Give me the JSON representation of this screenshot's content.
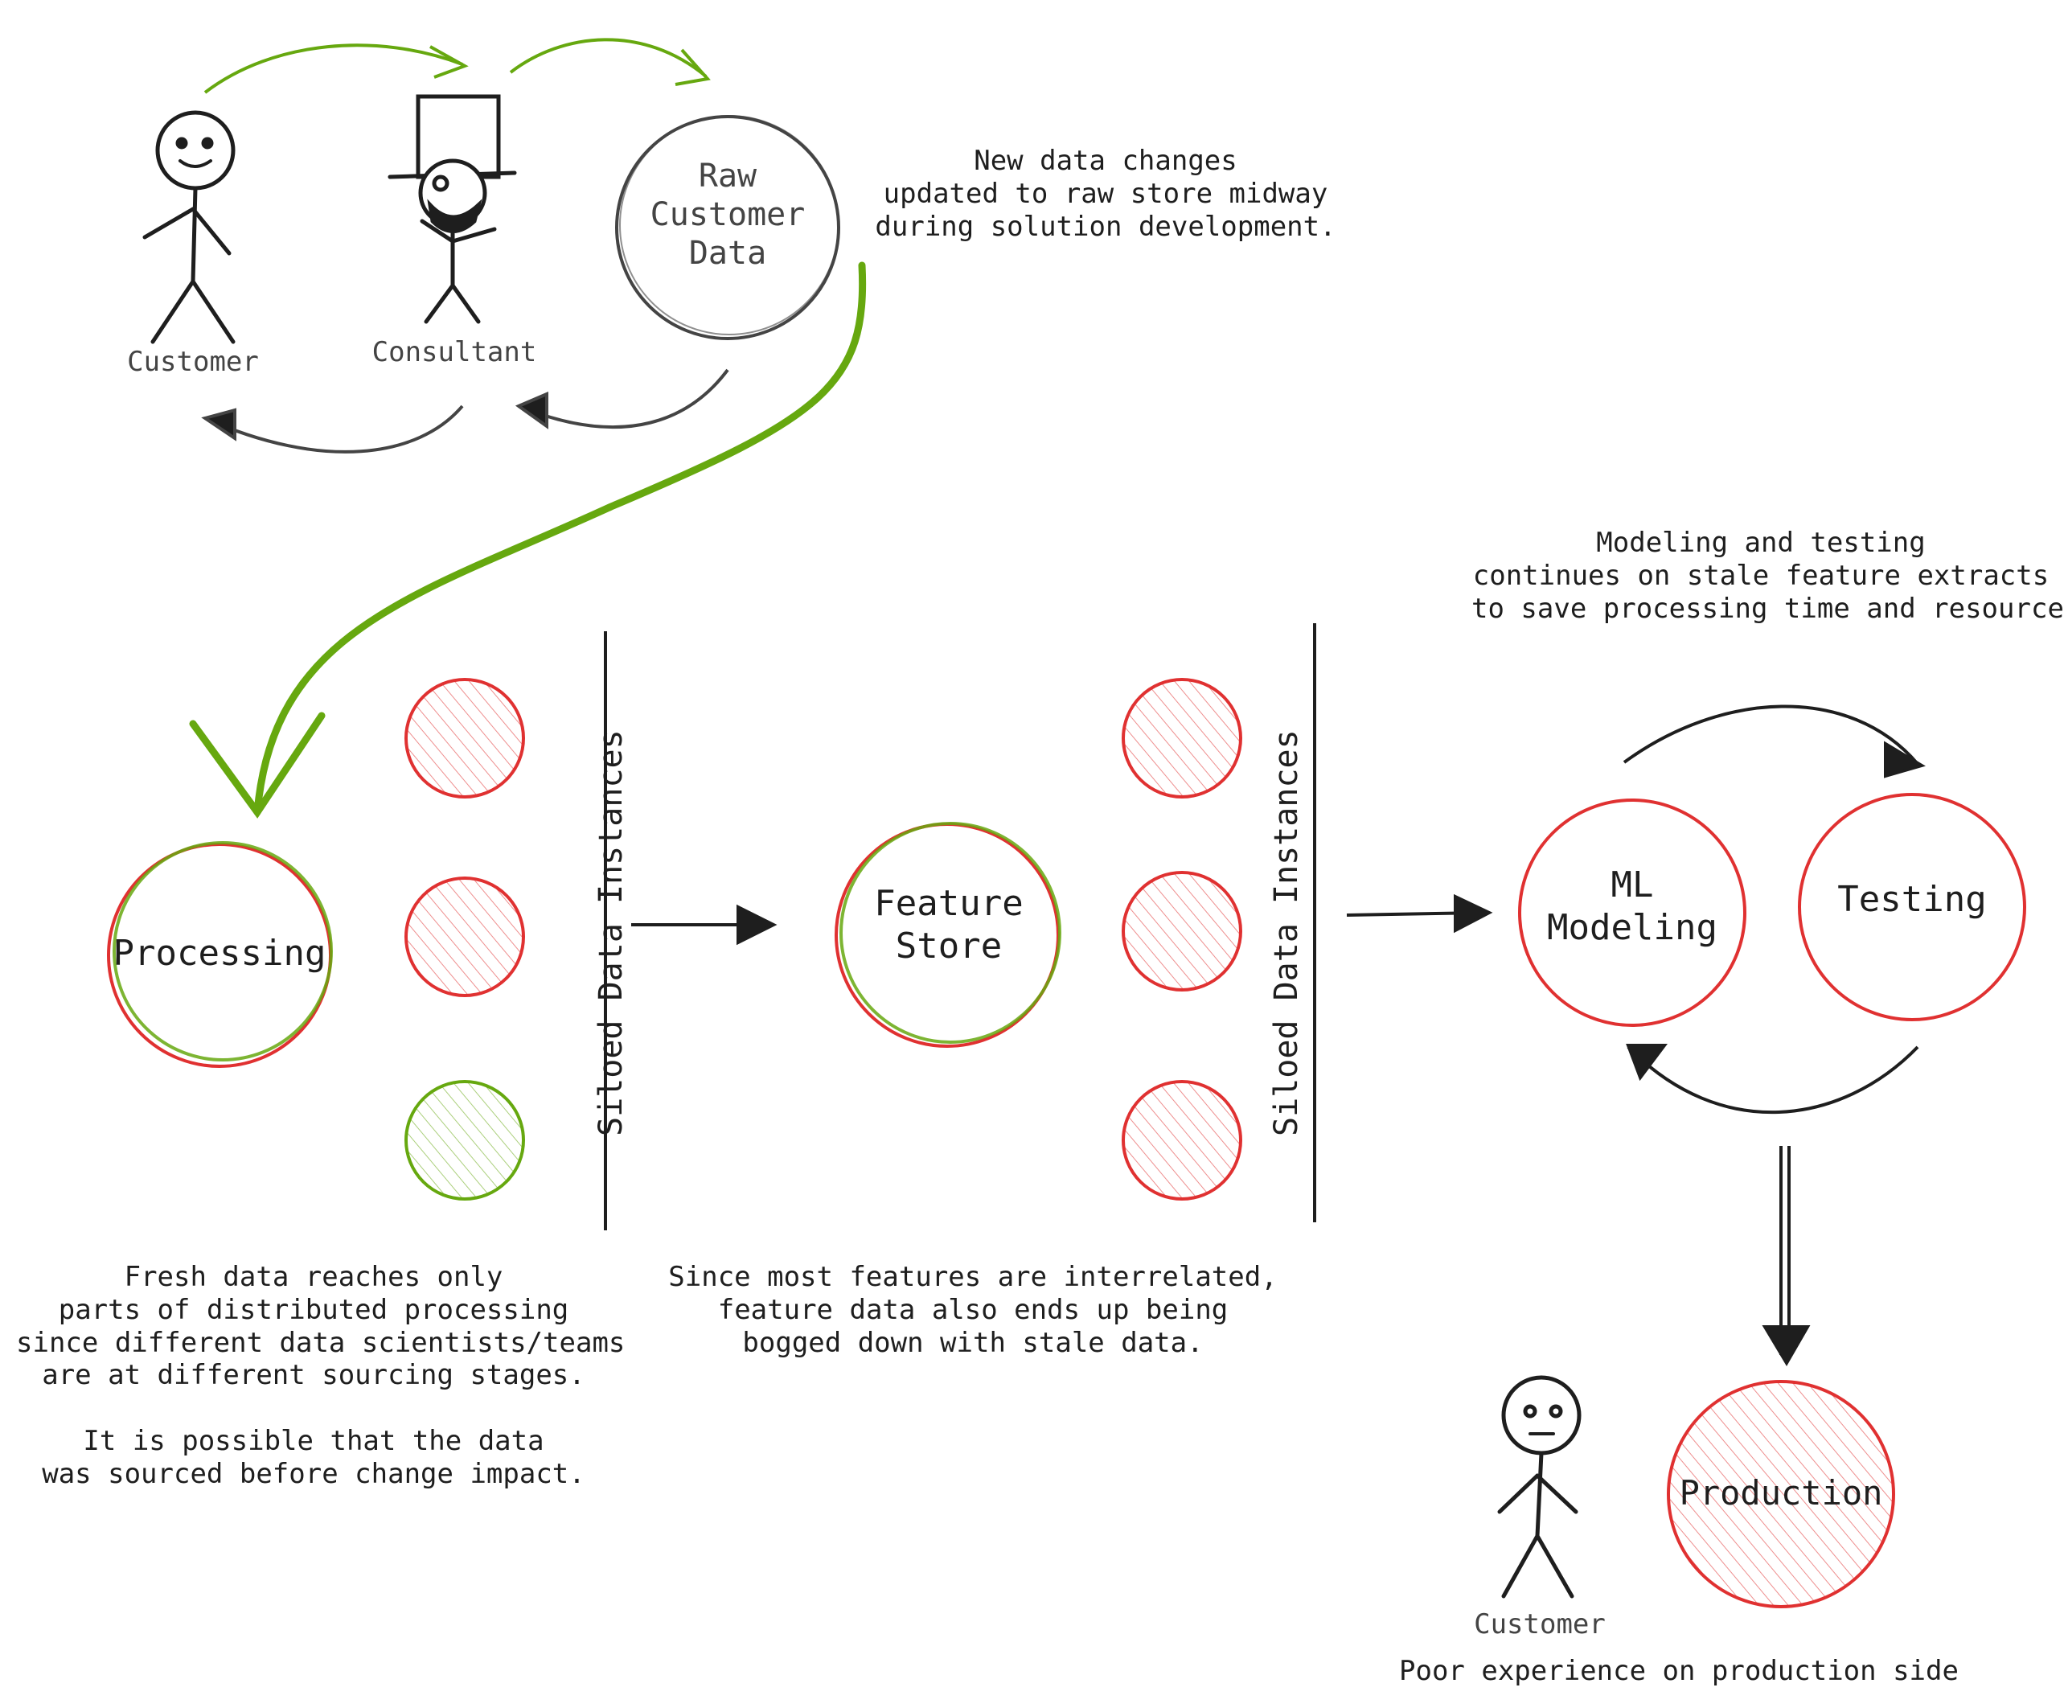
{
  "people": {
    "customer_top": "Customer",
    "consultant": "Consultant",
    "customer_bottom": "Customer"
  },
  "nodes": {
    "raw_data": "Raw\nCustomer\nData",
    "processing": "Processing",
    "feature_store": "Feature\nStore",
    "ml_modeling": "ML\nModeling",
    "testing": "Testing",
    "production": "Production"
  },
  "siloed_labels": {
    "left": "Siloed Data Instances",
    "right": "Siloed Data Instances"
  },
  "notes": {
    "raw_changes": "New data changes\nupdated to raw store midway\nduring solution development.",
    "modeling_note": "Modeling and testing\ncontinues on stale feature extracts\nto save processing time and resource.",
    "processing_note": "Fresh data reaches only\nparts of distributed processing\nsince different data scientists/teams\nare at different sourcing stages.\n\nIt is possible that the data\nwas sourced before change impact.",
    "feature_note": "Since most features are interrelated,\nfeature data also ends up being\nbogged down with stale data.",
    "production_note": "Poor experience on production side"
  },
  "colors": {
    "ink": "#1e1e1e",
    "stale_red": "#e03131",
    "fresh_green": "#66a80f",
    "grey": "#444444"
  }
}
